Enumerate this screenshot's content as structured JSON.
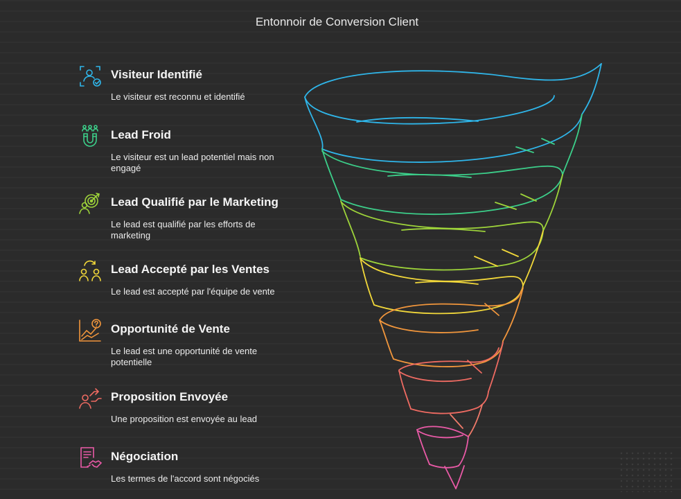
{
  "title": "Entonnoir de Conversion Client",
  "steps": [
    {
      "name": "Visiteur Identifié",
      "desc": "Le visiteur est reconnu et identifié",
      "color": "#2fb6ea",
      "icon": "user-identified-icon"
    },
    {
      "name": "Lead Froid",
      "desc": "Le visiteur est un lead potentiel mais non engagé",
      "color": "#3ccf8a",
      "icon": "magnet-people-icon"
    },
    {
      "name": "Lead Qualifié par le Marketing",
      "desc": "Le lead est qualifié par les efforts de marketing",
      "color": "#9ed43a",
      "icon": "target-person-icon"
    },
    {
      "name": "Lead Accepté par les Ventes",
      "desc": "Le lead est accepté par l'équipe de vente",
      "color": "#f2d83a",
      "icon": "people-handoff-icon"
    },
    {
      "name": "Opportunité de Vente",
      "desc": "Le lead est une opportunité de vente potentielle",
      "color": "#f1963c",
      "icon": "chart-question-icon"
    },
    {
      "name": "Proposition Envoyée",
      "desc": "Une proposition est envoyée au lead",
      "color": "#ef6b62",
      "icon": "person-send-icon"
    },
    {
      "name": "Négociation",
      "desc": "Les termes de l'accord sont négociés",
      "color": "#ea5aa7",
      "icon": "contract-handshake-icon"
    }
  ]
}
